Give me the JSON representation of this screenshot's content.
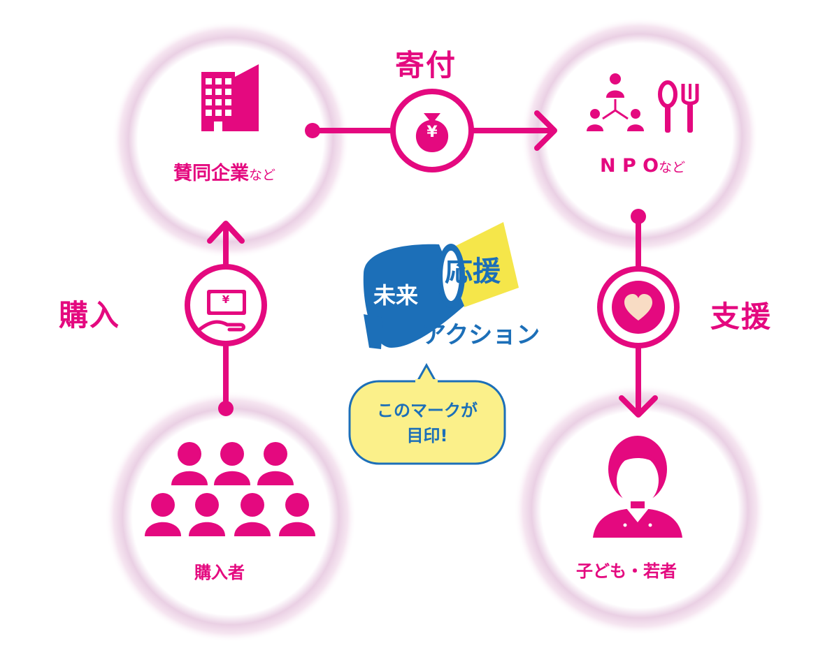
{
  "flow": {
    "donation_label": "寄付",
    "purchase_label": "購入",
    "support_label": "支援"
  },
  "nodes": {
    "company": {
      "name": "賛同企業",
      "suffix": "など"
    },
    "npo": {
      "name": "N P O",
      "suffix": "など"
    },
    "buyers": {
      "name": "購入者"
    },
    "children": {
      "name": "子ども・若者"
    }
  },
  "logo": {
    "line1": "未来",
    "line2": "応援",
    "line3": "アクション"
  },
  "callout": {
    "line1": "このマークが",
    "line2": "目印!"
  },
  "icons": {
    "yen_symbol": "¥",
    "company": "building-icon",
    "npo": "npo-network-icon",
    "utensils": "spoon-fork-icon",
    "money_bag": "money-bag-icon",
    "cash_hand": "cash-in-hand-icon",
    "heart": "heart-icon",
    "crowd": "people-group-icon",
    "child": "child-portrait-icon",
    "megaphone": "megaphone-icon"
  },
  "colors": {
    "accent": "#e4097f",
    "logo_blue": "#1c6fb8",
    "logo_yellow": "#f5e64a",
    "bubble_fill": "#fbf08a",
    "glow": "#ead0e4"
  }
}
